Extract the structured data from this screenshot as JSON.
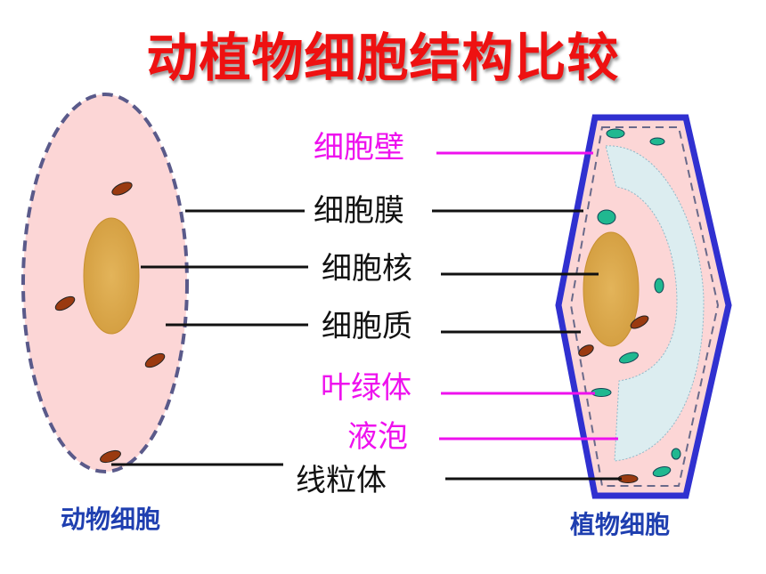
{
  "title": "动植物细胞结构比较",
  "labels": {
    "cell_wall": "细胞壁",
    "cell_membrane": "细胞膜",
    "nucleus": "细胞核",
    "cytoplasm": "细胞质",
    "chloroplast": "叶绿体",
    "vacuole": "液泡",
    "mitochondria": "线粒体"
  },
  "captions": {
    "animal_cell": "动物细胞",
    "plant_cell": "植物细胞"
  },
  "colors": {
    "title": "#ee1111",
    "plant_only_label": "#ee11ee",
    "shared_label": "#111111",
    "cell_wall": "#3030d0",
    "cytoplasm": "#fcd6d6",
    "nucleus": "#d9a84a",
    "vacuole": "#dcedf0",
    "chloroplast": "#20b890",
    "mitochondria": "#9a3a10",
    "caption": "#1f3fb0"
  }
}
